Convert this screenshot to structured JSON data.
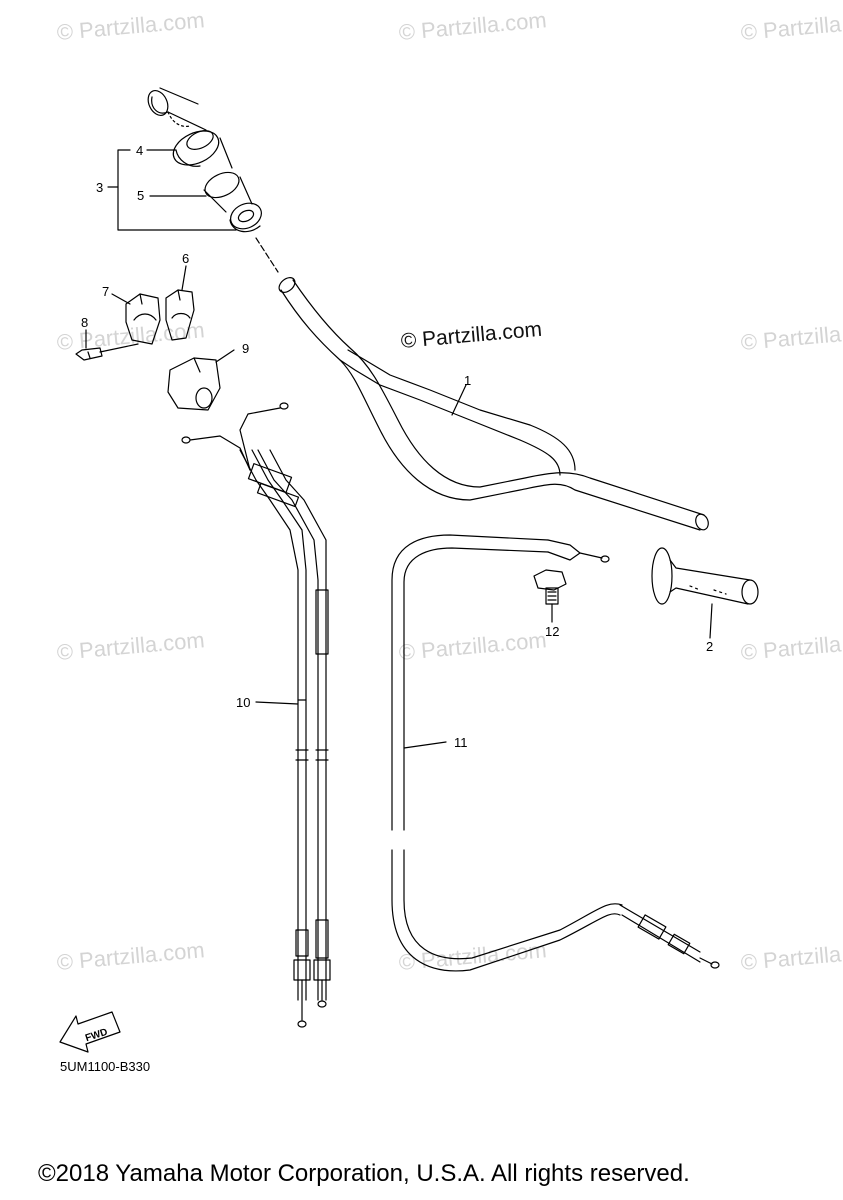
{
  "watermark": {
    "text": "© Partzilla.com",
    "main_text": "© Partzilla.com"
  },
  "callouts": [
    {
      "id": "1",
      "label": "1"
    },
    {
      "id": "2",
      "label": "2"
    },
    {
      "id": "3",
      "label": "3"
    },
    {
      "id": "4",
      "label": "4"
    },
    {
      "id": "5",
      "label": "5"
    },
    {
      "id": "6",
      "label": "6"
    },
    {
      "id": "7",
      "label": "7"
    },
    {
      "id": "8",
      "label": "8"
    },
    {
      "id": "9",
      "label": "9"
    },
    {
      "id": "10",
      "label": "10"
    },
    {
      "id": "11",
      "label": "11"
    },
    {
      "id": "12",
      "label": "12"
    }
  ],
  "fwd_label": "FWD",
  "diagram_code": "5UM1100-B330",
  "copyright": "©2018 Yamaha Motor Corporation, U.S.A. All rights reserved."
}
